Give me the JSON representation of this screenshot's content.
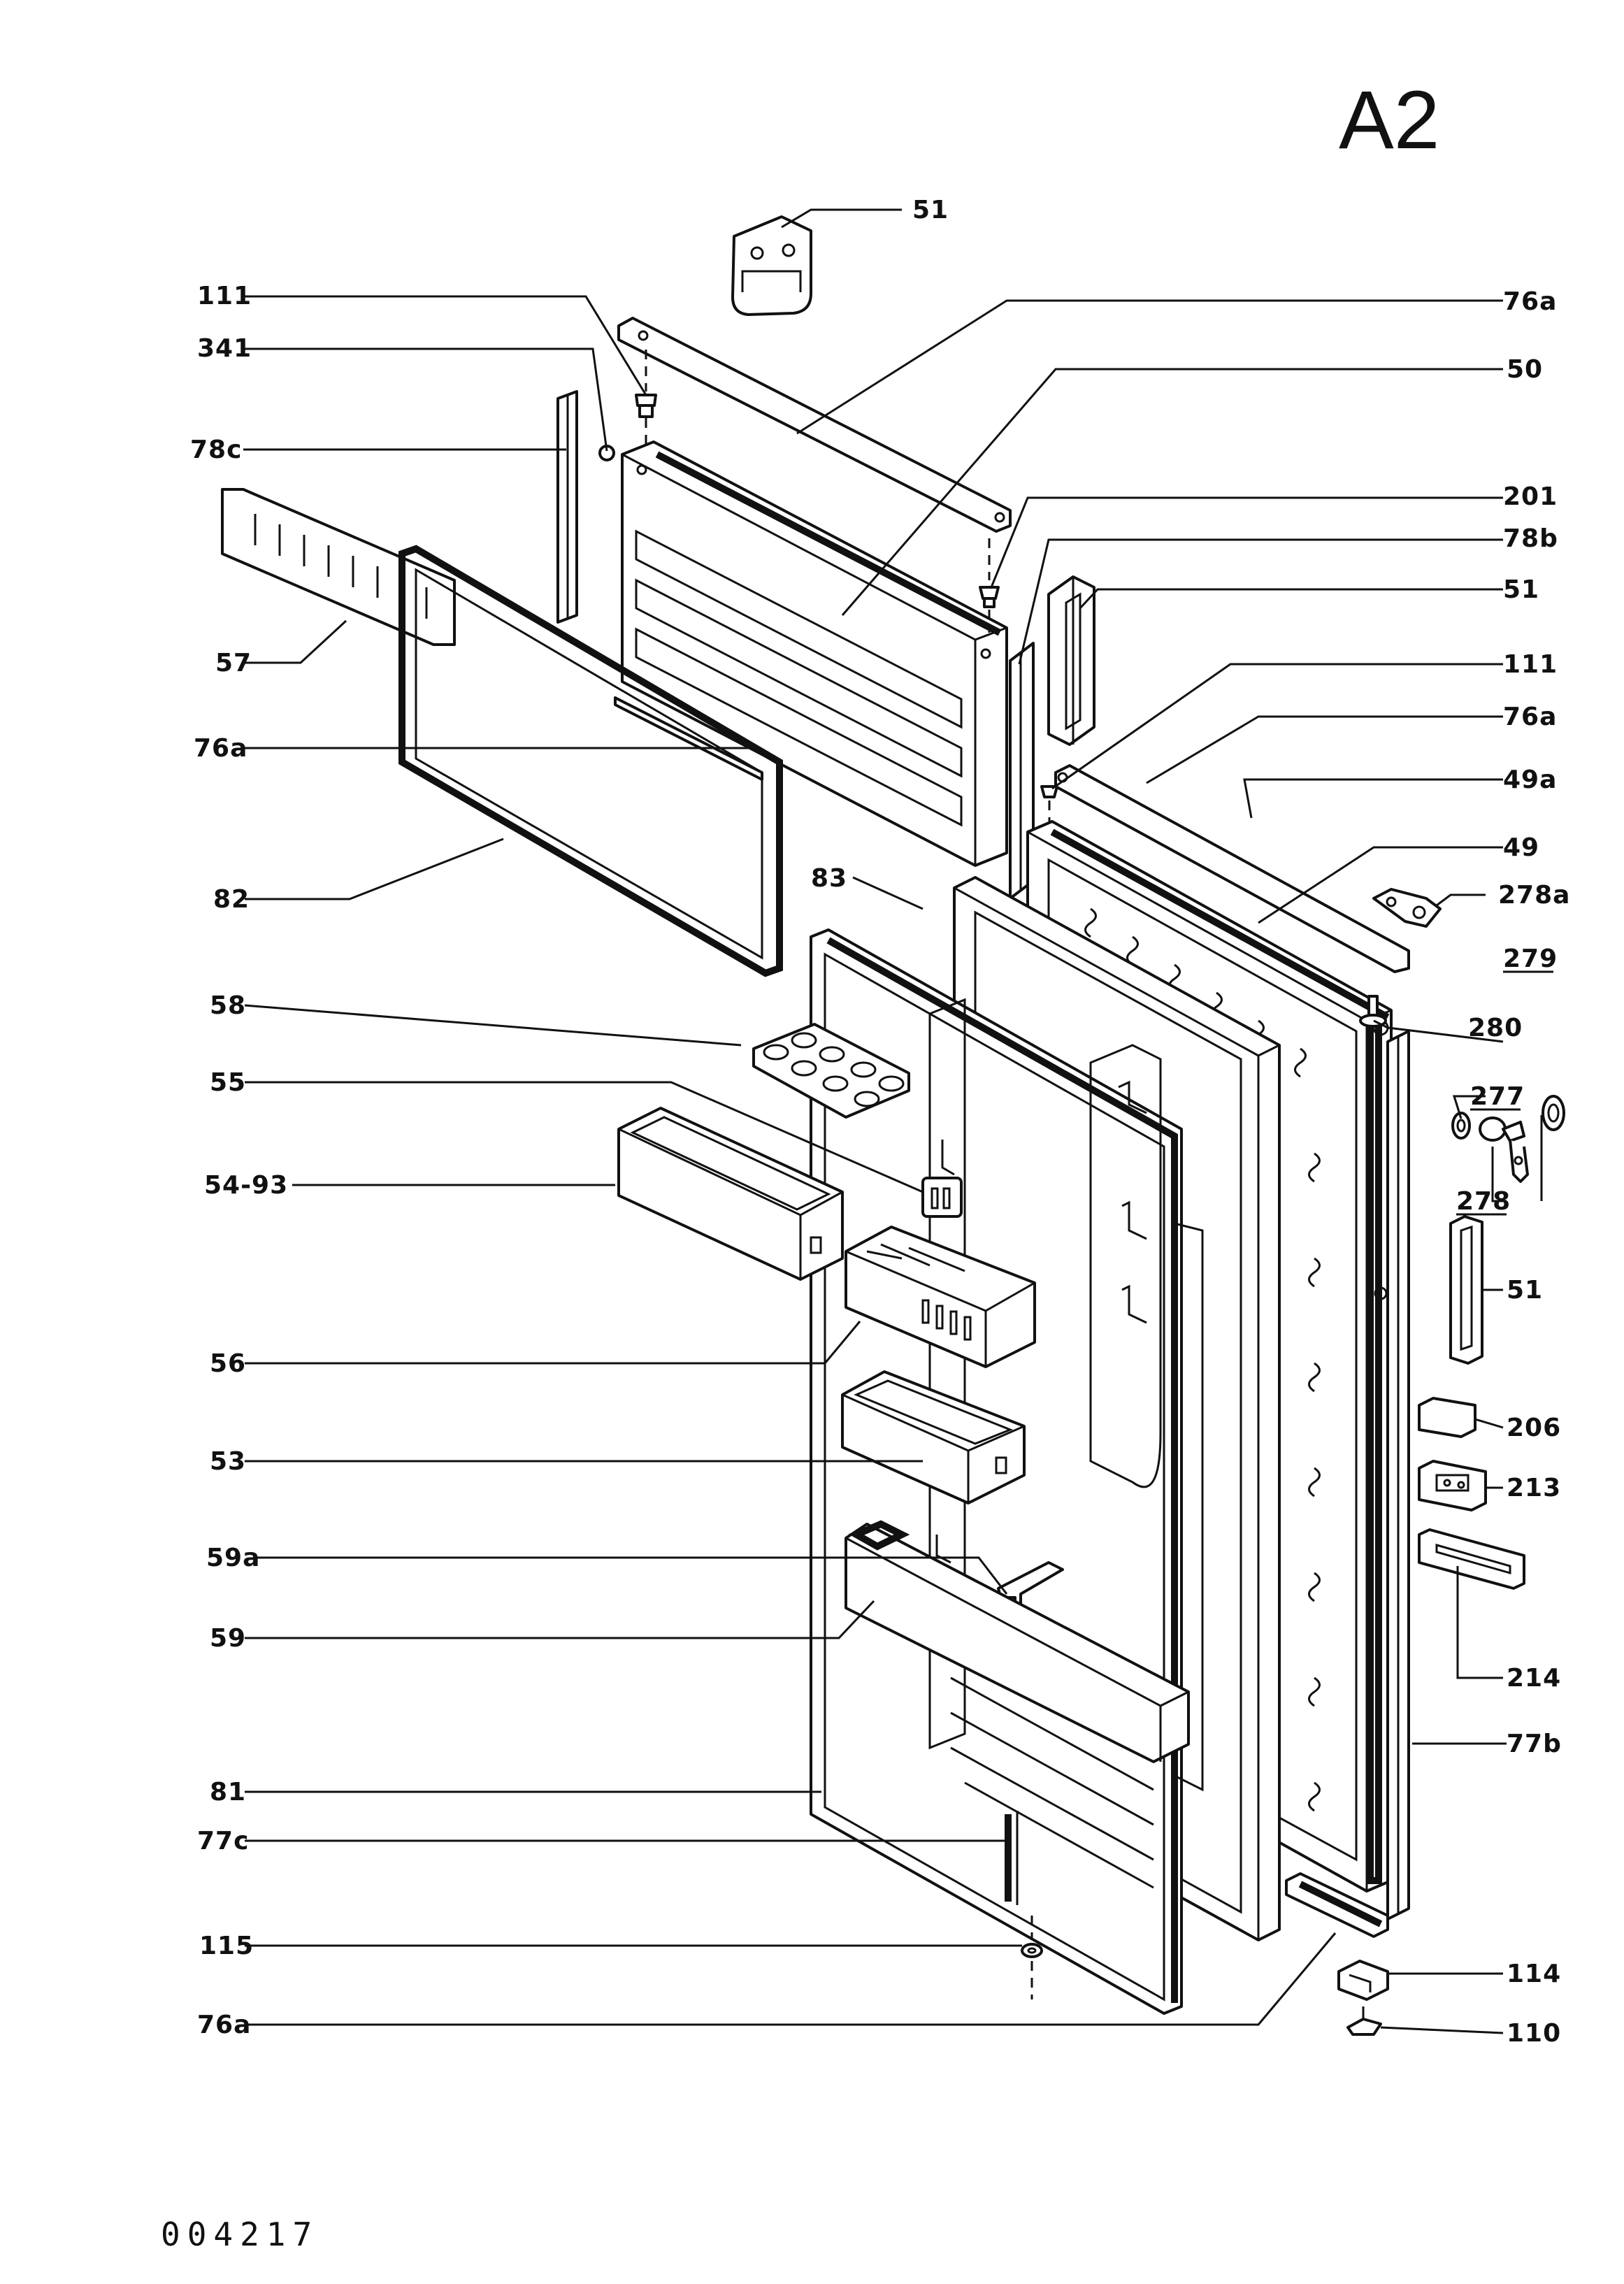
{
  "sheet_id": "A2",
  "document_number": "004217",
  "labels": [
    {
      "id": "l51a",
      "text": "51"
    },
    {
      "id": "l111a",
      "text": "111"
    },
    {
      "id": "l76a1",
      "text": "76a"
    },
    {
      "id": "l341",
      "text": "341"
    },
    {
      "id": "l50",
      "text": "50"
    },
    {
      "id": "l78c",
      "text": "78c"
    },
    {
      "id": "l201",
      "text": "201"
    },
    {
      "id": "l78b",
      "text": "78b"
    },
    {
      "id": "l57",
      "text": "57"
    },
    {
      "id": "l51b",
      "text": "51"
    },
    {
      "id": "l111b",
      "text": "111"
    },
    {
      "id": "l76a2",
      "text": "76a"
    },
    {
      "id": "l76a3",
      "text": "76a"
    },
    {
      "id": "l49a",
      "text": "49a"
    },
    {
      "id": "l49",
      "text": "49"
    },
    {
      "id": "l82",
      "text": "82"
    },
    {
      "id": "l83",
      "text": "83"
    },
    {
      "id": "l278a",
      "text": "278a"
    },
    {
      "id": "l279",
      "text": "279"
    },
    {
      "id": "l58",
      "text": "58"
    },
    {
      "id": "l280",
      "text": "280"
    },
    {
      "id": "l55",
      "text": "55"
    },
    {
      "id": "l277",
      "text": "277"
    },
    {
      "id": "l5493",
      "text": "54-93"
    },
    {
      "id": "l278",
      "text": "278"
    },
    {
      "id": "l51c",
      "text": "51"
    },
    {
      "id": "l56",
      "text": "56"
    },
    {
      "id": "l206",
      "text": "206"
    },
    {
      "id": "l53",
      "text": "53"
    },
    {
      "id": "l213",
      "text": "213"
    },
    {
      "id": "l59a",
      "text": "59a"
    },
    {
      "id": "l59",
      "text": "59"
    },
    {
      "id": "l214",
      "text": "214"
    },
    {
      "id": "l77b",
      "text": "77b"
    },
    {
      "id": "l81",
      "text": "81"
    },
    {
      "id": "l77c",
      "text": "77c"
    },
    {
      "id": "l115",
      "text": "115"
    },
    {
      "id": "l114",
      "text": "114"
    },
    {
      "id": "l76a4",
      "text": "76a"
    },
    {
      "id": "l110",
      "text": "110"
    }
  ]
}
